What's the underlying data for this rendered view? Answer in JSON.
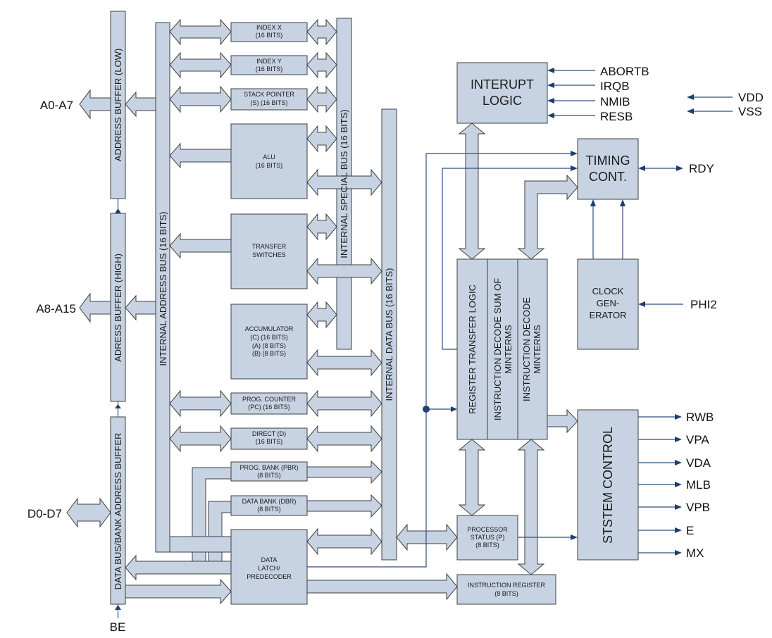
{
  "blocks": {
    "index_x": [
      "INDEX X",
      "(16 BITS)"
    ],
    "index_y": [
      "INDEX Y",
      "(16 BITS)"
    ],
    "stack_pointer": [
      "STACK POINTER",
      "(S) (16 BITS)"
    ],
    "alu": [
      "ALU",
      "(16 BITS)"
    ],
    "transfer_switches": [
      "TRANSFER",
      "SWITCHES"
    ],
    "accumulator": [
      "ACCUMULATOR",
      "(C) (16 BITS)",
      "(A) (8 BITS)",
      "(B) (8 BITS)"
    ],
    "prog_counter": [
      "PROG. COUNTER",
      "(PC) (16 BITS)"
    ],
    "direct": [
      "DIRECT (D)",
      "(16 BITS)"
    ],
    "prog_bank": [
      "PROG. BANK (PBR)",
      "(8 BITS)"
    ],
    "data_bank": [
      "DATA BANK (DBR)",
      "(8 BITS)"
    ],
    "data_latch": [
      "DATA",
      "LATCH/",
      "PREDECODER"
    ],
    "interrupt_logic": [
      "INTERUPT",
      "LOGIC"
    ],
    "timing_control": [
      "TIMING",
      "CONT."
    ],
    "clock_generator": [
      "CLOCK",
      "GEN-",
      "ERATOR"
    ],
    "processor_status": [
      "PROCESSOR",
      "STATUS (P)",
      "(8 BITS)"
    ],
    "instruction_register": [
      "INSTRUCTION REGISTER",
      "(8 BITS)"
    ],
    "system_control": "STSTEM CONTROL",
    "register_transfer_logic": "REGISTER TRANSFER LOGIC",
    "instr_decode_sum": [
      "INSTRUCTION DECODE SUM OF",
      "MINTERMS"
    ],
    "instr_decode_min": [
      "INSTRUCTION DECODE",
      "MINTERMS"
    ]
  },
  "buses": {
    "address_buffer_low": "ADDRESS BUFFER (LOW)",
    "address_buffer_high": "ADRESS BUFFER (HIGH)",
    "data_bus_buffer": "DATA BUS/BANK ADDRESS BUFFER",
    "internal_address_bus": "INTERNAL ADDRESS BUS (16 BITS)",
    "internal_special_bus": "INTERNAL SPECIAL BUS (16 BITS)",
    "internal_data_bus": "INTERNAL DATA BUS (16 BITS)"
  },
  "signals": {
    "a0_a7": "A0-A7",
    "a8_a15": "A8-A15",
    "d0_d7": "D0-D7",
    "be": "BE",
    "abortb": "ABORTB",
    "irqb": "IRQB",
    "nmib": "NMIB",
    "resb": "RESB",
    "vdd": "VDD",
    "vss": "VSS",
    "rdy": "RDY",
    "phi2": "PHI2",
    "rwb": "RWB",
    "vpa": "VPA",
    "vda": "VDA",
    "mlb": "MLB",
    "vpb": "VPB",
    "e": "E",
    "mx": "MX"
  },
  "colors": {
    "block_fill": "#c7d3e3",
    "outline": "#3f3f3f",
    "signal_line": "#2e4d7b"
  }
}
